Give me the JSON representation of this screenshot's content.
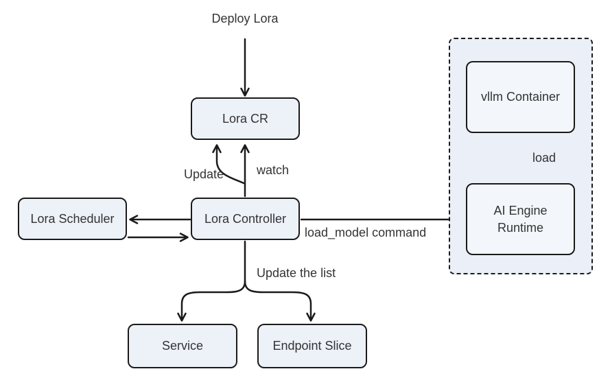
{
  "diagram": {
    "nodes": {
      "lora_cr": {
        "label": "Lora CR"
      },
      "lora_scheduler": {
        "label": "Lora Scheduler"
      },
      "lora_controller": {
        "label": "Lora Controller"
      },
      "service": {
        "label": "Service"
      },
      "endpoint_slice": {
        "label": "Endpoint Slice"
      },
      "vllm_container": {
        "label": "vllm Container"
      },
      "ai_engine_runtime": {
        "label": "AI Engine Runtime"
      }
    },
    "edge_labels": {
      "deploy_lora": "Deploy Lora",
      "update": "Update",
      "watch": "watch",
      "load_model_command": "load_model command",
      "update_the_list": "Update the list",
      "load": "load"
    },
    "colors": {
      "node_fill": "#edf1f8",
      "inner_node_fill": "#f3f6fb",
      "group_fill": "#ebeff7",
      "stroke": "#1a1a1a",
      "text": "#333333",
      "background": "#ffffff"
    }
  }
}
